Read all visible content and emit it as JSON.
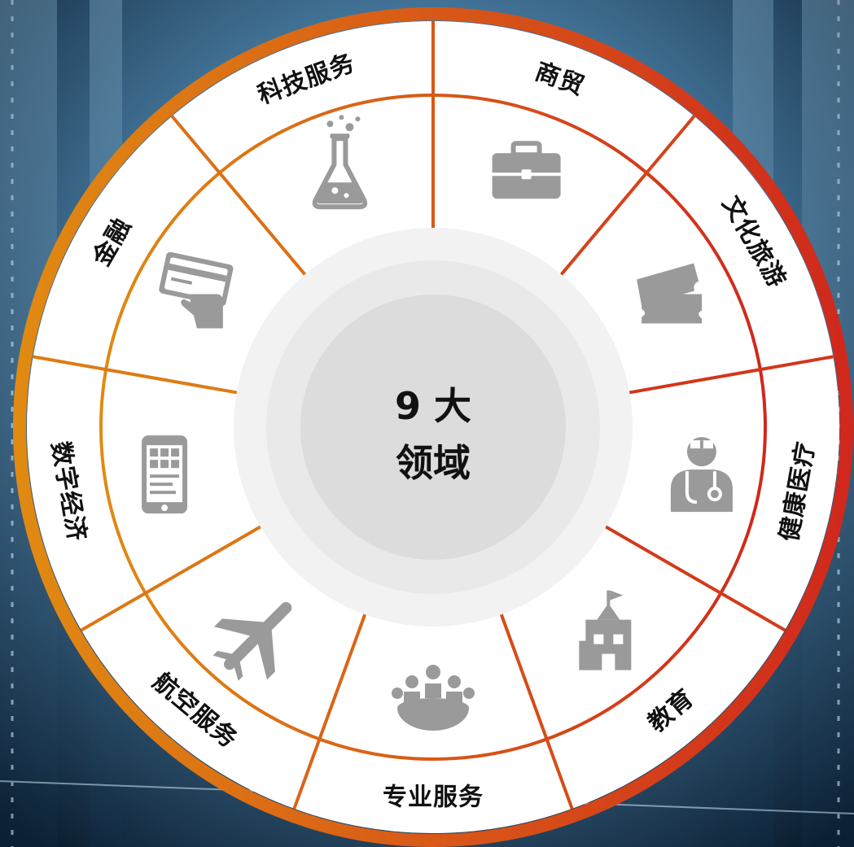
{
  "center": {
    "line1": "9 大",
    "line2": "领域"
  },
  "colors": {
    "ring_start": "#E08A12",
    "ring_end": "#D0281C",
    "icon": "#9a9a9a",
    "panel": "#ffffff",
    "hub_outer": "#f0f0f0",
    "hub_inner": "#dcdcdc"
  },
  "sectors": [
    {
      "label": "商贸",
      "icon": "briefcase-icon"
    },
    {
      "label": "文化旅游",
      "icon": "tickets-icon"
    },
    {
      "label": "健康医疗",
      "icon": "doctor-icon"
    },
    {
      "label": "教育",
      "icon": "school-icon"
    },
    {
      "label": "专业服务",
      "icon": "meeting-icon"
    },
    {
      "label": "航空服务",
      "icon": "airplane-icon"
    },
    {
      "label": "数字经济",
      "icon": "smartphone-icon"
    },
    {
      "label": "金融",
      "icon": "credit-card-icon"
    },
    {
      "label": "科技服务",
      "icon": "flask-icon"
    }
  ]
}
